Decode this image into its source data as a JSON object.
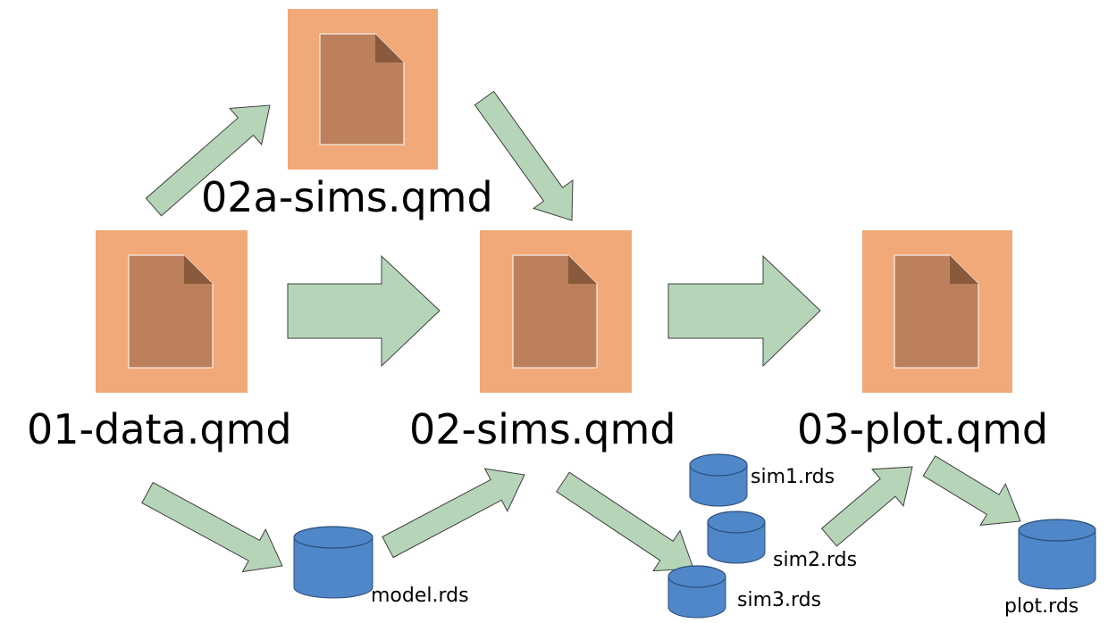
{
  "colors": {
    "doc_box": "#f1a97a",
    "doc_page": "#bc805c",
    "doc_fold": "#8a5a3d",
    "arrow_fill": "#b6d5b8",
    "arrow_stroke": "#3f3f3f",
    "db_fill": "#4f87c8",
    "db_stroke": "#2e4f7a"
  },
  "icons": {
    "document": "document-icon",
    "database": "database-icon"
  },
  "documents": {
    "data": {
      "label": "01-data.qmd"
    },
    "sims_a": {
      "label": "02a-sims.qmd"
    },
    "sims": {
      "label": "02-sims.qmd"
    },
    "plot": {
      "label": "03-plot.qmd"
    }
  },
  "datasets": {
    "model": {
      "label": "model.rds"
    },
    "sim1": {
      "label": "sim1.rds"
    },
    "sim2": {
      "label": "sim2.rds"
    },
    "sim3": {
      "label": "sim3.rds"
    },
    "plot": {
      "label": "plot.rds"
    }
  }
}
